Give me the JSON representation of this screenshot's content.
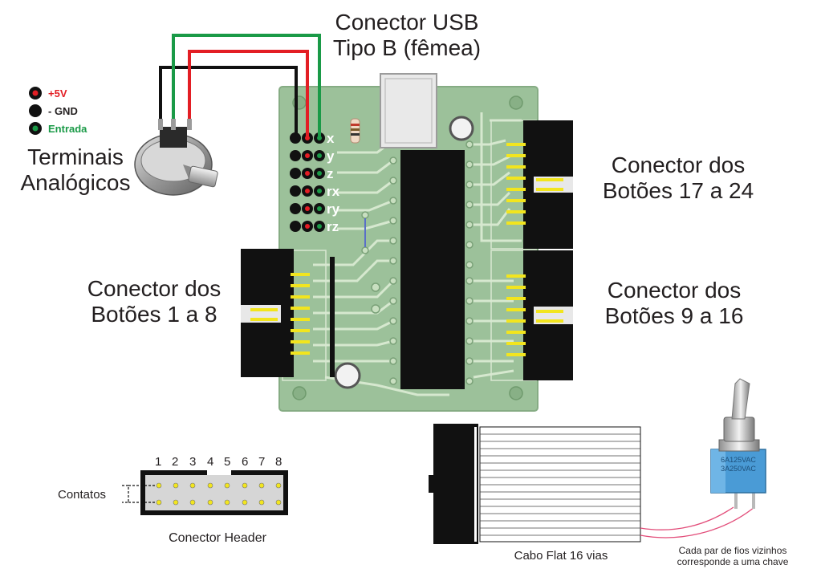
{
  "labels": {
    "usb_line1": "Conector USB",
    "usb_line2": "Tipo B (fêmea)",
    "analog_line1": "Terminais",
    "analog_line2": "Analógicos",
    "btn17_line1": "Conector dos",
    "btn17_line2": "Botões 17 a 24",
    "btn1_line1": "Conector dos",
    "btn1_line2": "Botões 1 a 8",
    "btn9_line1": "Conector dos",
    "btn9_line2": "Botões 9 a 16",
    "header_caption": "Conector Header",
    "contacts": "Contatos",
    "flat_caption": "Cabo Flat 16 vias",
    "switch_line1": "Cada par de fios vizinhos",
    "switch_line2": "corresponde a uma chave",
    "switch_marking_1": "6A125VAC",
    "switch_marking_2": "3A250VAC"
  },
  "legend": [
    {
      "text": "+5V",
      "color": "#e31e24"
    },
    {
      "text": "- GND",
      "color": "#231f20"
    },
    {
      "text": "Entrada",
      "color": "#1a9a47"
    }
  ],
  "axes": [
    "x",
    "y",
    "z",
    "rx",
    "ry",
    "rz"
  ],
  "header_pins": [
    "1",
    "2",
    "3",
    "4",
    "5",
    "6",
    "7",
    "8"
  ],
  "colors": {
    "pcb": "#9cc19a",
    "trace": "#d6e8cf",
    "red": "#e31e24",
    "green": "#1a9a47",
    "black": "#111111",
    "pin": "#f2e51e"
  }
}
